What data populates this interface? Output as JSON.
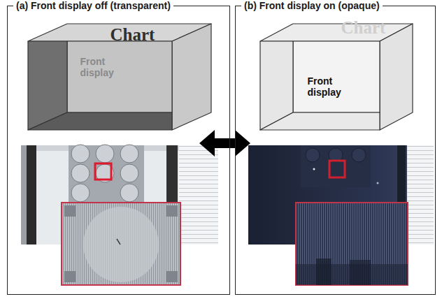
{
  "diagram": {
    "nodes": [
      {
        "text": [
          "(a) Front display off (transparent)"
        ]
      },
      {
        "text": [
          "Chart",
          "Front display"
        ],
        "in": 0
      },
      {
        "text": [
          "(b) Front display on (opaque)"
        ]
      },
      {
        "text": [
          "Chart",
          "Front display"
        ],
        "in": 2
      }
    ],
    "edges": [
      {
        "from": 0,
        "to": 2,
        "arrow": "both"
      }
    ]
  }
}
